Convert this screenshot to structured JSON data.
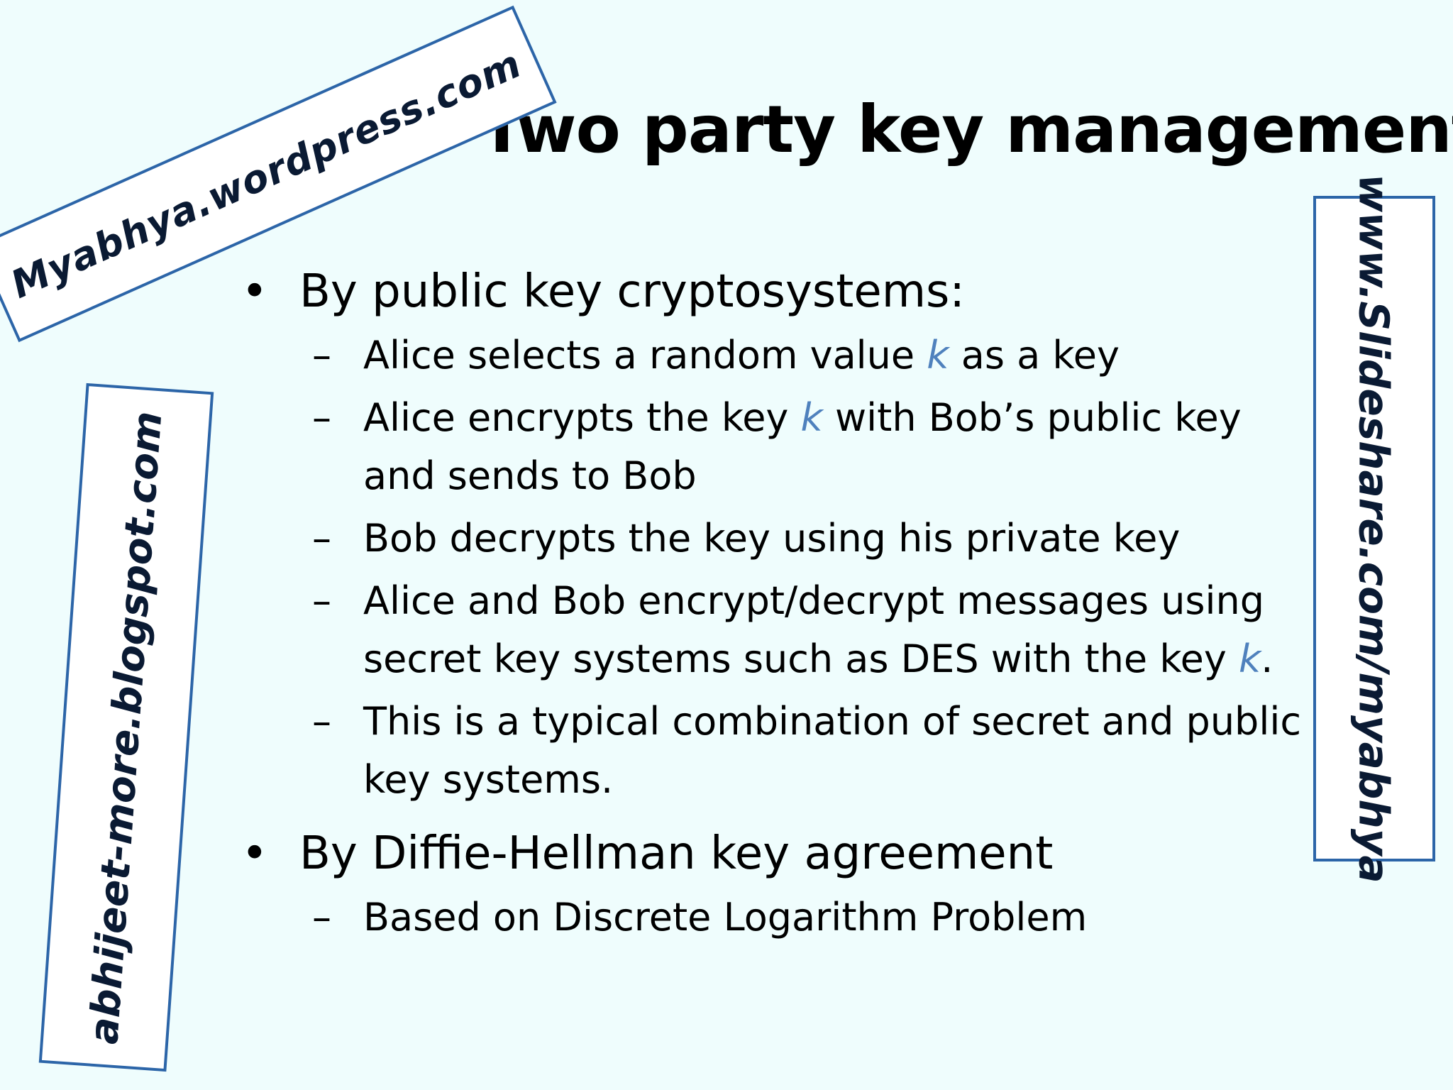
{
  "slide": {
    "title": "Two party key management",
    "bullets": [
      {
        "text": "By public key cryptosystems:",
        "subitems": [
          {
            "parts": [
              "Alice selects a random value ",
              "k",
              " as a key"
            ]
          },
          {
            "parts": [
              "Alice encrypts the key  ",
              "k",
              " with Bob’s public key and sends to Bob"
            ]
          },
          {
            "parts": [
              "Bob decrypts the key using his private key"
            ]
          },
          {
            "parts": [
              "Alice and Bob encrypt/decrypt messages using secret key systems such as DES with the key  ",
              "k",
              "."
            ]
          },
          {
            "parts": [
              "This is a typical combination of secret and public key systems."
            ]
          }
        ]
      },
      {
        "text": "By Diffie-Hellman key agreement",
        "subitems": [
          {
            "parts": [
              "Based on Discrete Logarithm Problem"
            ]
          }
        ]
      }
    ],
    "bullet_glyph": "•",
    "dash_glyph": "–"
  },
  "watermarks": {
    "wordpress": "Myabhya.wordpress.com",
    "blogspot": "abhijeet-more.blogspot.com",
    "slideshare": "www.Slideshare.com/myabhya"
  },
  "colors": {
    "background": "#effdfd",
    "text": "#000000",
    "variable_k": "#4f81bd",
    "stamp_border": "#2c65a8"
  }
}
